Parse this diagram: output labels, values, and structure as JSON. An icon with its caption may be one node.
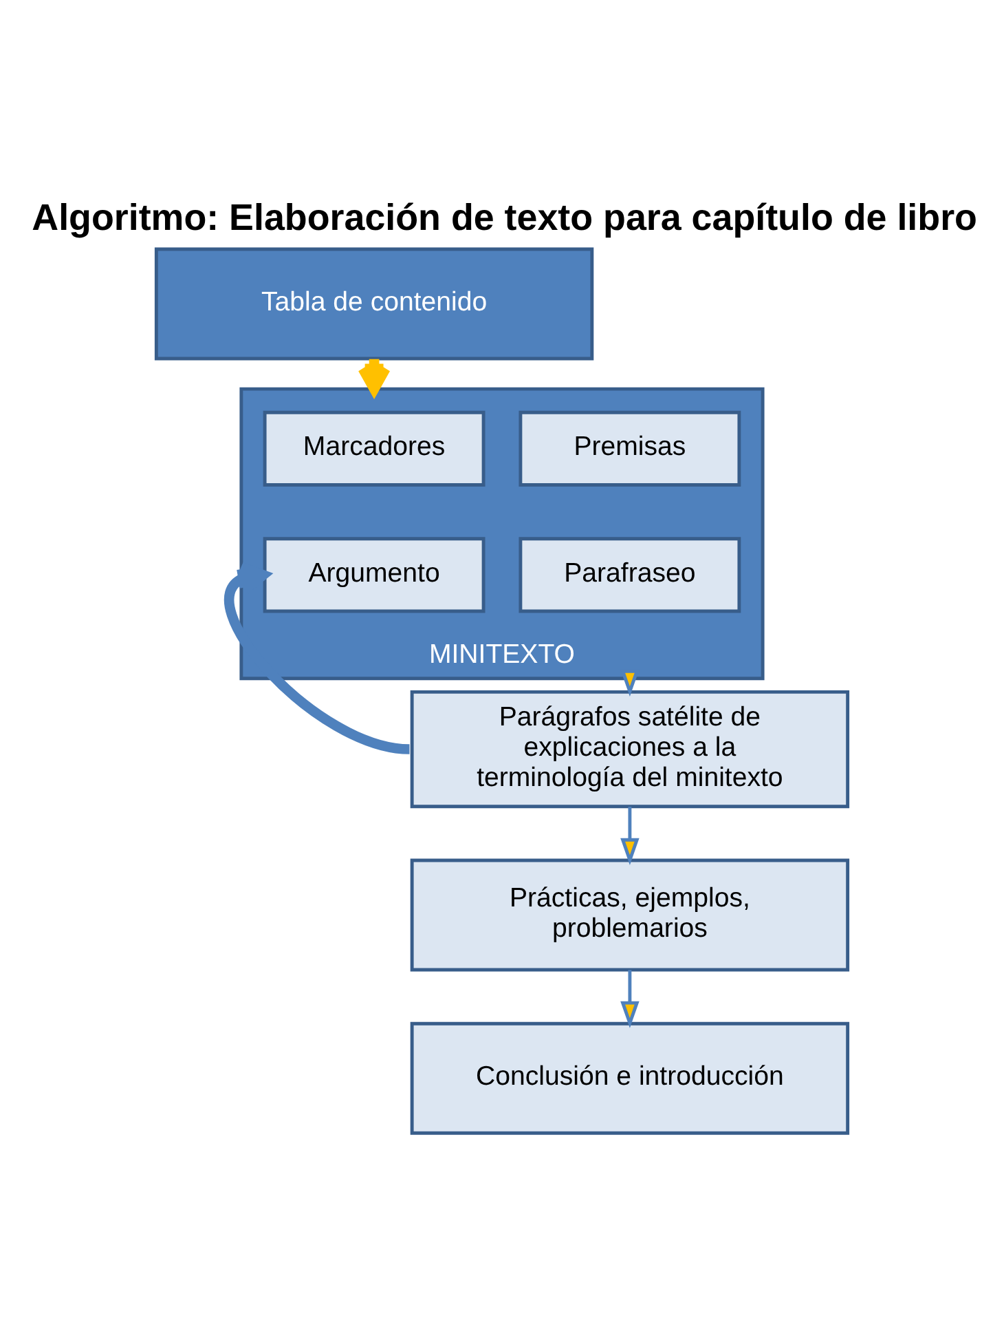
{
  "diagram": {
    "title": "Algoritmo: Elaboración de texto para capítulo de libro",
    "nodes": [
      {
        "text": [
          "Tabla de contenido"
        ]
      },
      {
        "text": [
          "MINITEXTO"
        ]
      },
      {
        "text": [
          "Marcadores"
        ],
        "in": 1
      },
      {
        "text": [
          "Premisas"
        ],
        "in": 1
      },
      {
        "text": [
          "Argumento"
        ],
        "in": 1
      },
      {
        "text": [
          "Parafraseo"
        ],
        "in": 1
      },
      {
        "text": [
          "Parágrafos satélite de explicaciones a la terminología del minitexto"
        ]
      },
      {
        "text": [
          "Prácticas, ejemplos, problemarios"
        ]
      },
      {
        "text": [
          "Conclusión e introducción"
        ]
      }
    ],
    "edges": [
      {
        "from": 0,
        "to": 1,
        "arrow": "to",
        "style": "thick",
        "color": "#ffc000"
      },
      {
        "from": 1,
        "to": 6,
        "arrow": "to"
      },
      {
        "from": 6,
        "to": 4,
        "arrow": "to",
        "style": "thick"
      },
      {
        "from": 6,
        "to": 7,
        "arrow": "to"
      },
      {
        "from": 7,
        "to": 8,
        "arrow": "to"
      }
    ]
  }
}
